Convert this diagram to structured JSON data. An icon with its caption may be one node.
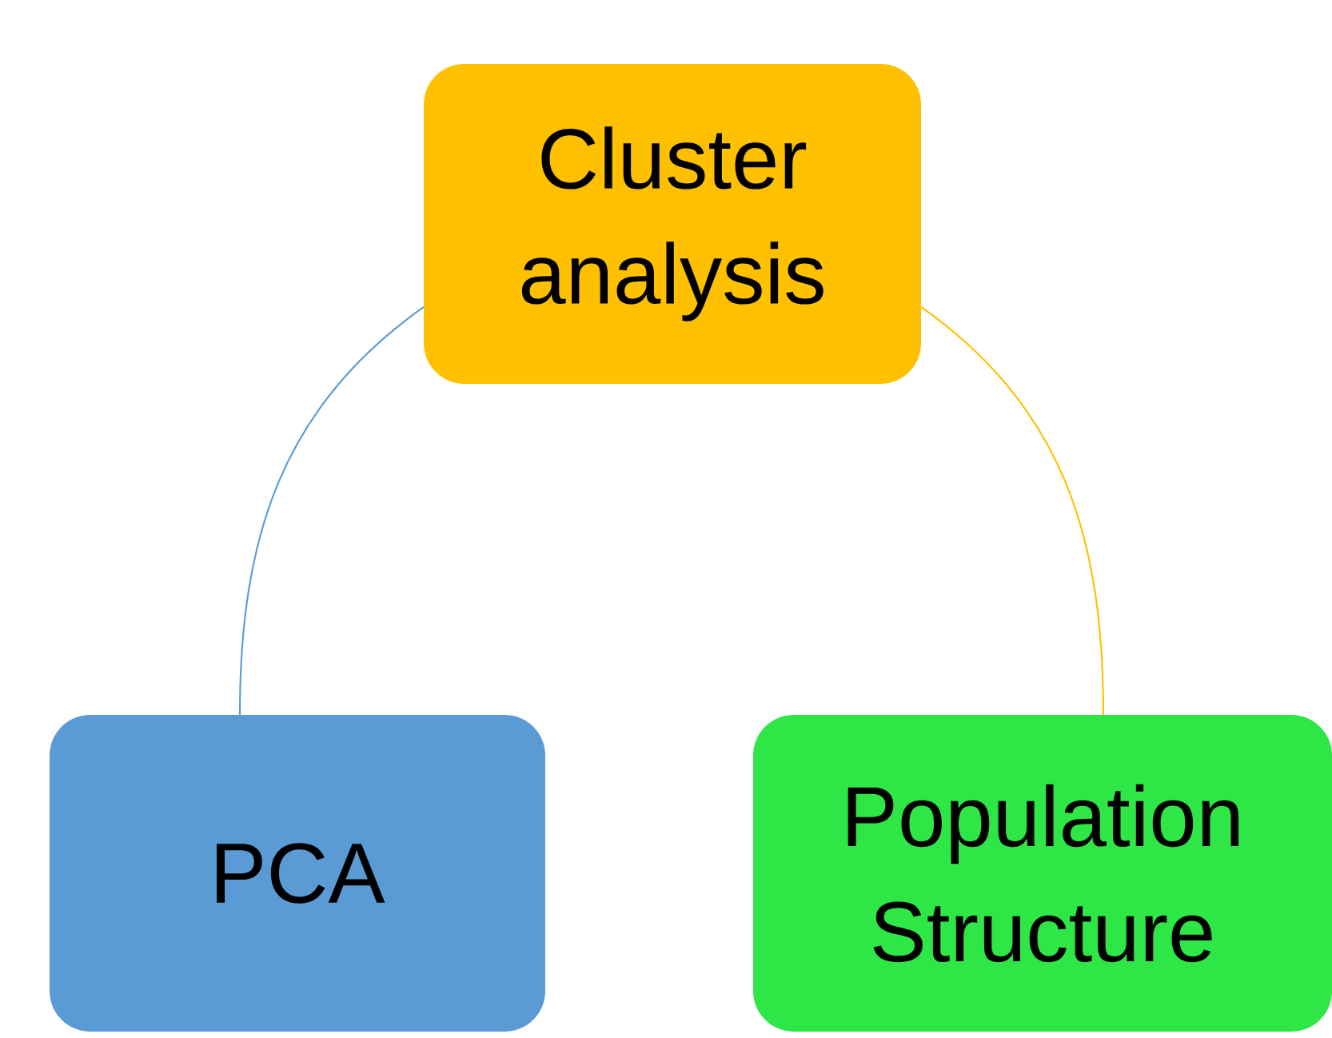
{
  "diagram": {
    "nodes": [
      {
        "text": [
          "Cluster analysis"
        ]
      },
      {
        "text": [
          "PCA"
        ]
      },
      {
        "text": [
          "Population Structure"
        ]
      }
    ],
    "edges": [
      {
        "from": 0,
        "to": 1,
        "arrow": "none",
        "color": "#5b9bd5"
      },
      {
        "from": 0,
        "to": 2,
        "arrow": "none",
        "color": "#ffc000"
      }
    ]
  }
}
